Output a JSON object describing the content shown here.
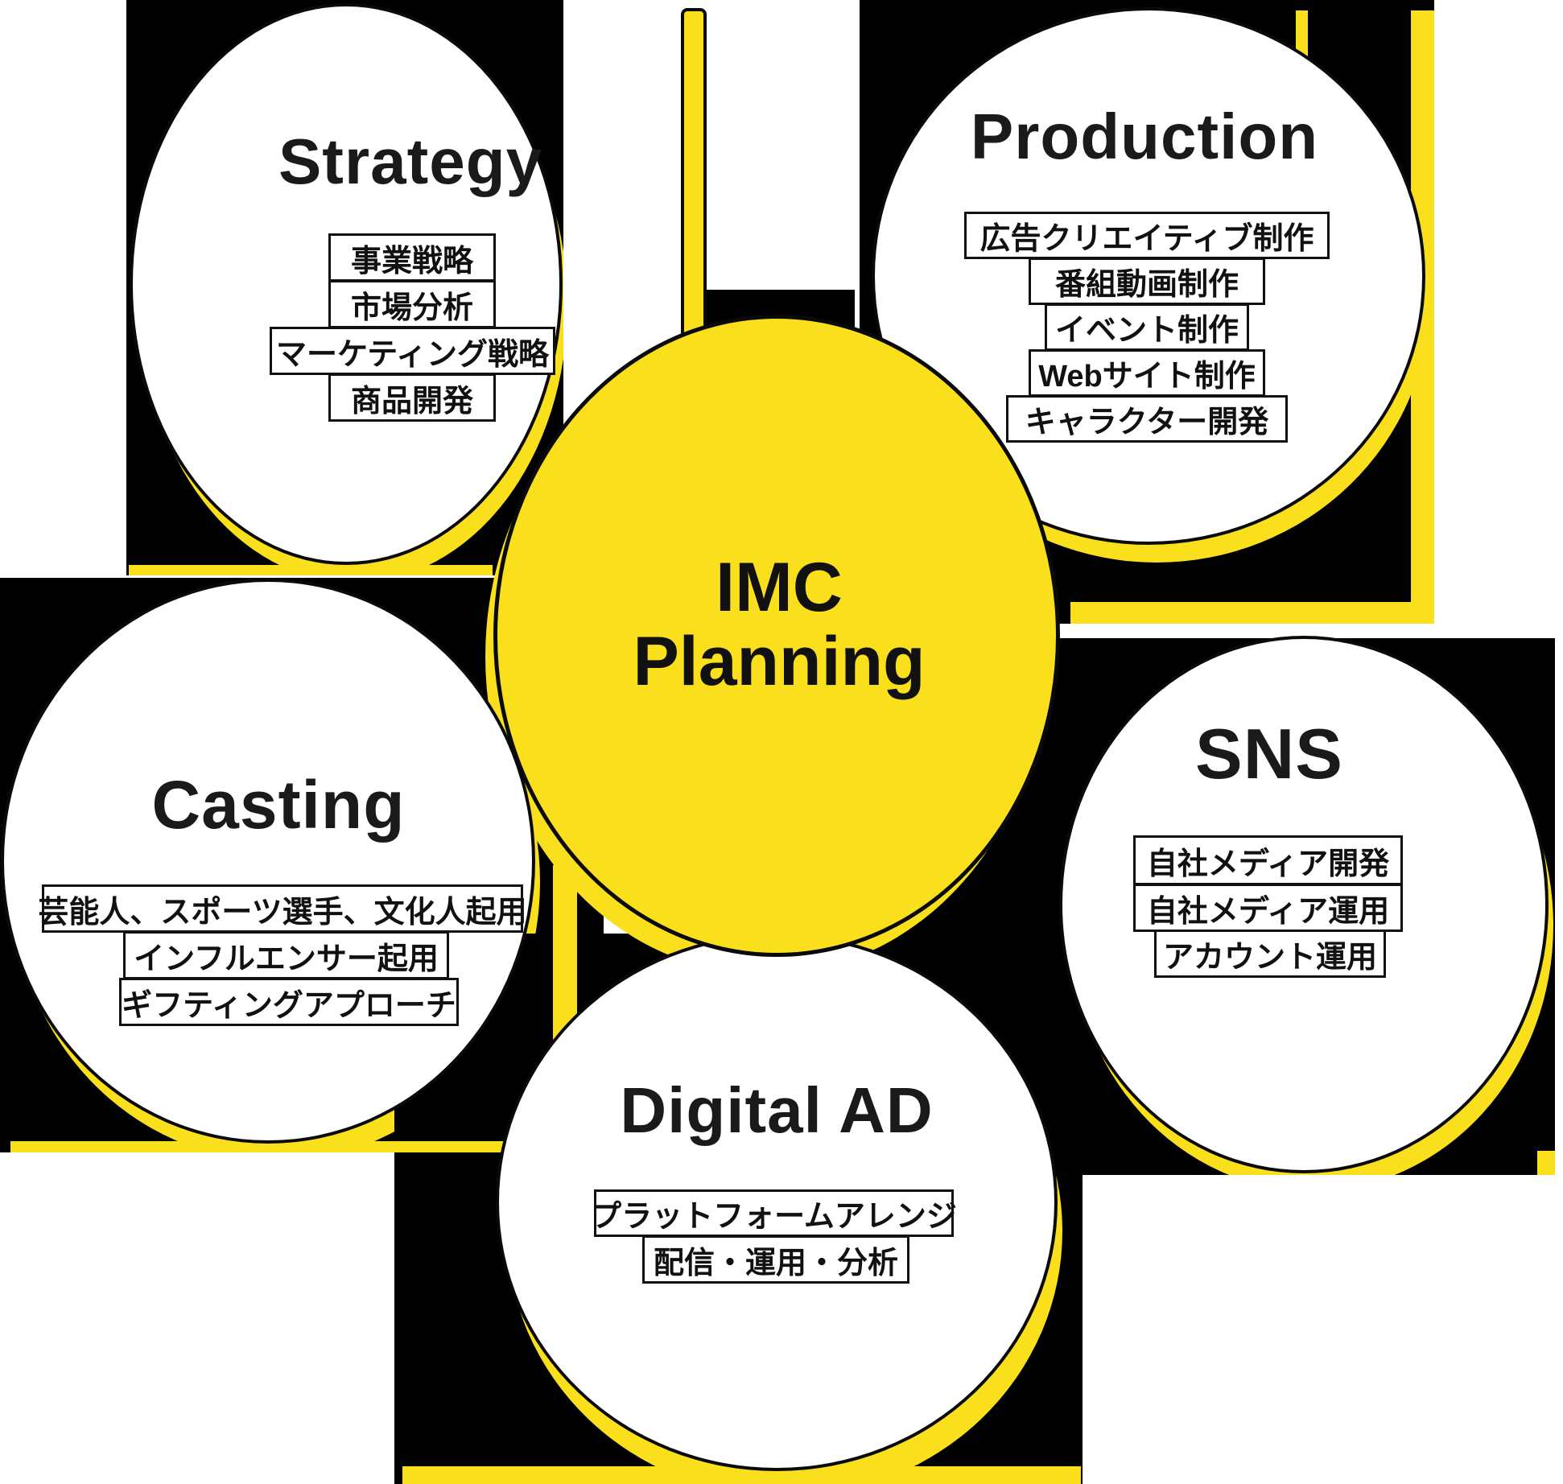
{
  "diagram": {
    "title": "IMC Planning service diagram",
    "colors": {
      "accent_yellow": "#FAE01C",
      "black": "#000000",
      "white": "#FFFFFF",
      "text": "#111111"
    },
    "center": {
      "line1": "IMC",
      "line2": "Planning"
    },
    "nodes": [
      {
        "id": "strategy",
        "title": "Strategy",
        "items": [
          "事業戦略",
          "市場分析",
          "マーケティング戦略",
          "商品開発"
        ]
      },
      {
        "id": "production",
        "title": "Production",
        "items": [
          "広告クリエイティブ制作",
          "番組動画制作",
          "イベント制作",
          "Webサイト制作",
          "キャラクター開発"
        ]
      },
      {
        "id": "casting",
        "title": "Casting",
        "items": [
          "芸能人、スポーツ選手、文化人起用",
          "インフルエンサー起用",
          "ギフティングアプローチ"
        ]
      },
      {
        "id": "sns",
        "title": "SNS",
        "items": [
          "自社メディア開発",
          "自社メディア運用",
          "アカウント運用"
        ]
      },
      {
        "id": "digital",
        "title": "Digital AD",
        "items": [
          "プラットフォームアレンジ",
          "配信・運用・分析"
        ]
      }
    ]
  }
}
